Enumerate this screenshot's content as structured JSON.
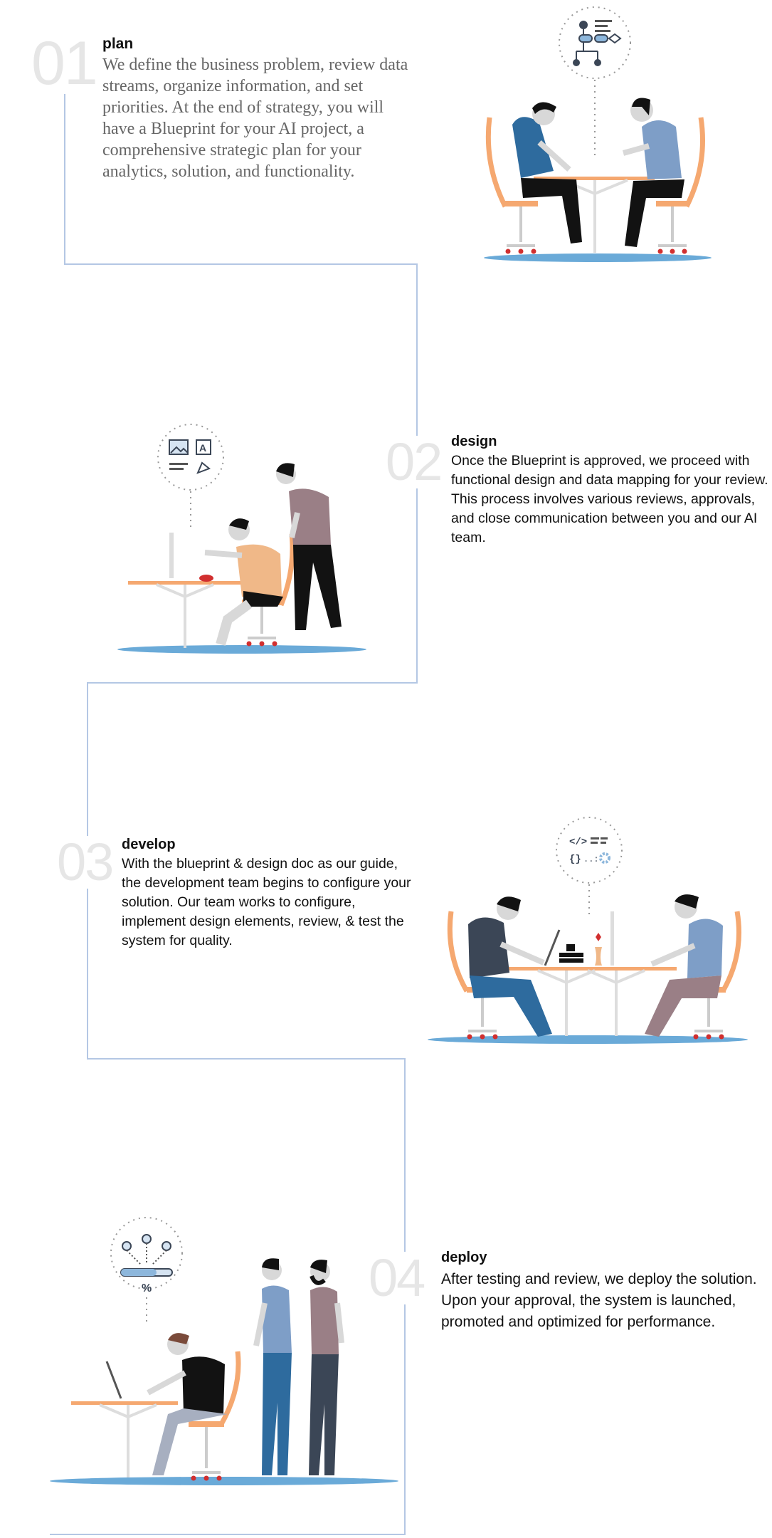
{
  "steps": [
    {
      "number": "01",
      "title": "plan",
      "description": "We define the business problem, review data streams, organize information, and set priorities. At the end of strategy, you will have a Blueprint for your AI project, a comprehensive strategic plan for your analytics, solution, and functionality.",
      "illustration_icon": "flowchart-icon"
    },
    {
      "number": "02",
      "title": "design",
      "description": "Once the Blueprint is approved, we proceed with functional design and data mapping for your review. This process involves various reviews, approvals, and close communication between you and our AI team.",
      "illustration_icon": "design-tools-icon"
    },
    {
      "number": "03",
      "title": "develop",
      "description": "With the blueprint & design doc as our guide, the development team begins to configure your solution. Our team works to configure, implement design elements, review, & test the system for quality.",
      "illustration_icon": "code-icon"
    },
    {
      "number": "04",
      "title": "deploy",
      "description": "After testing and review, we deploy the solution. Upon your approval, the system is launched, promoted and optimized for performance.",
      "illustration_icon": "progress-icon",
      "progress_symbol": "%"
    }
  ],
  "colors": {
    "connector_line": "#b4c7e4",
    "step_number": "#e6e6e6",
    "floor": "#6aaad8",
    "chair": "#f5a870",
    "blue_shirt": "#2e6b9e",
    "light_blue_shirt": "#7e9ec7",
    "mauve_shirt": "#9a7f86",
    "orange_shirt": "#f0b888",
    "dark_pants": "#121212",
    "accent_red": "#d12f2f"
  }
}
